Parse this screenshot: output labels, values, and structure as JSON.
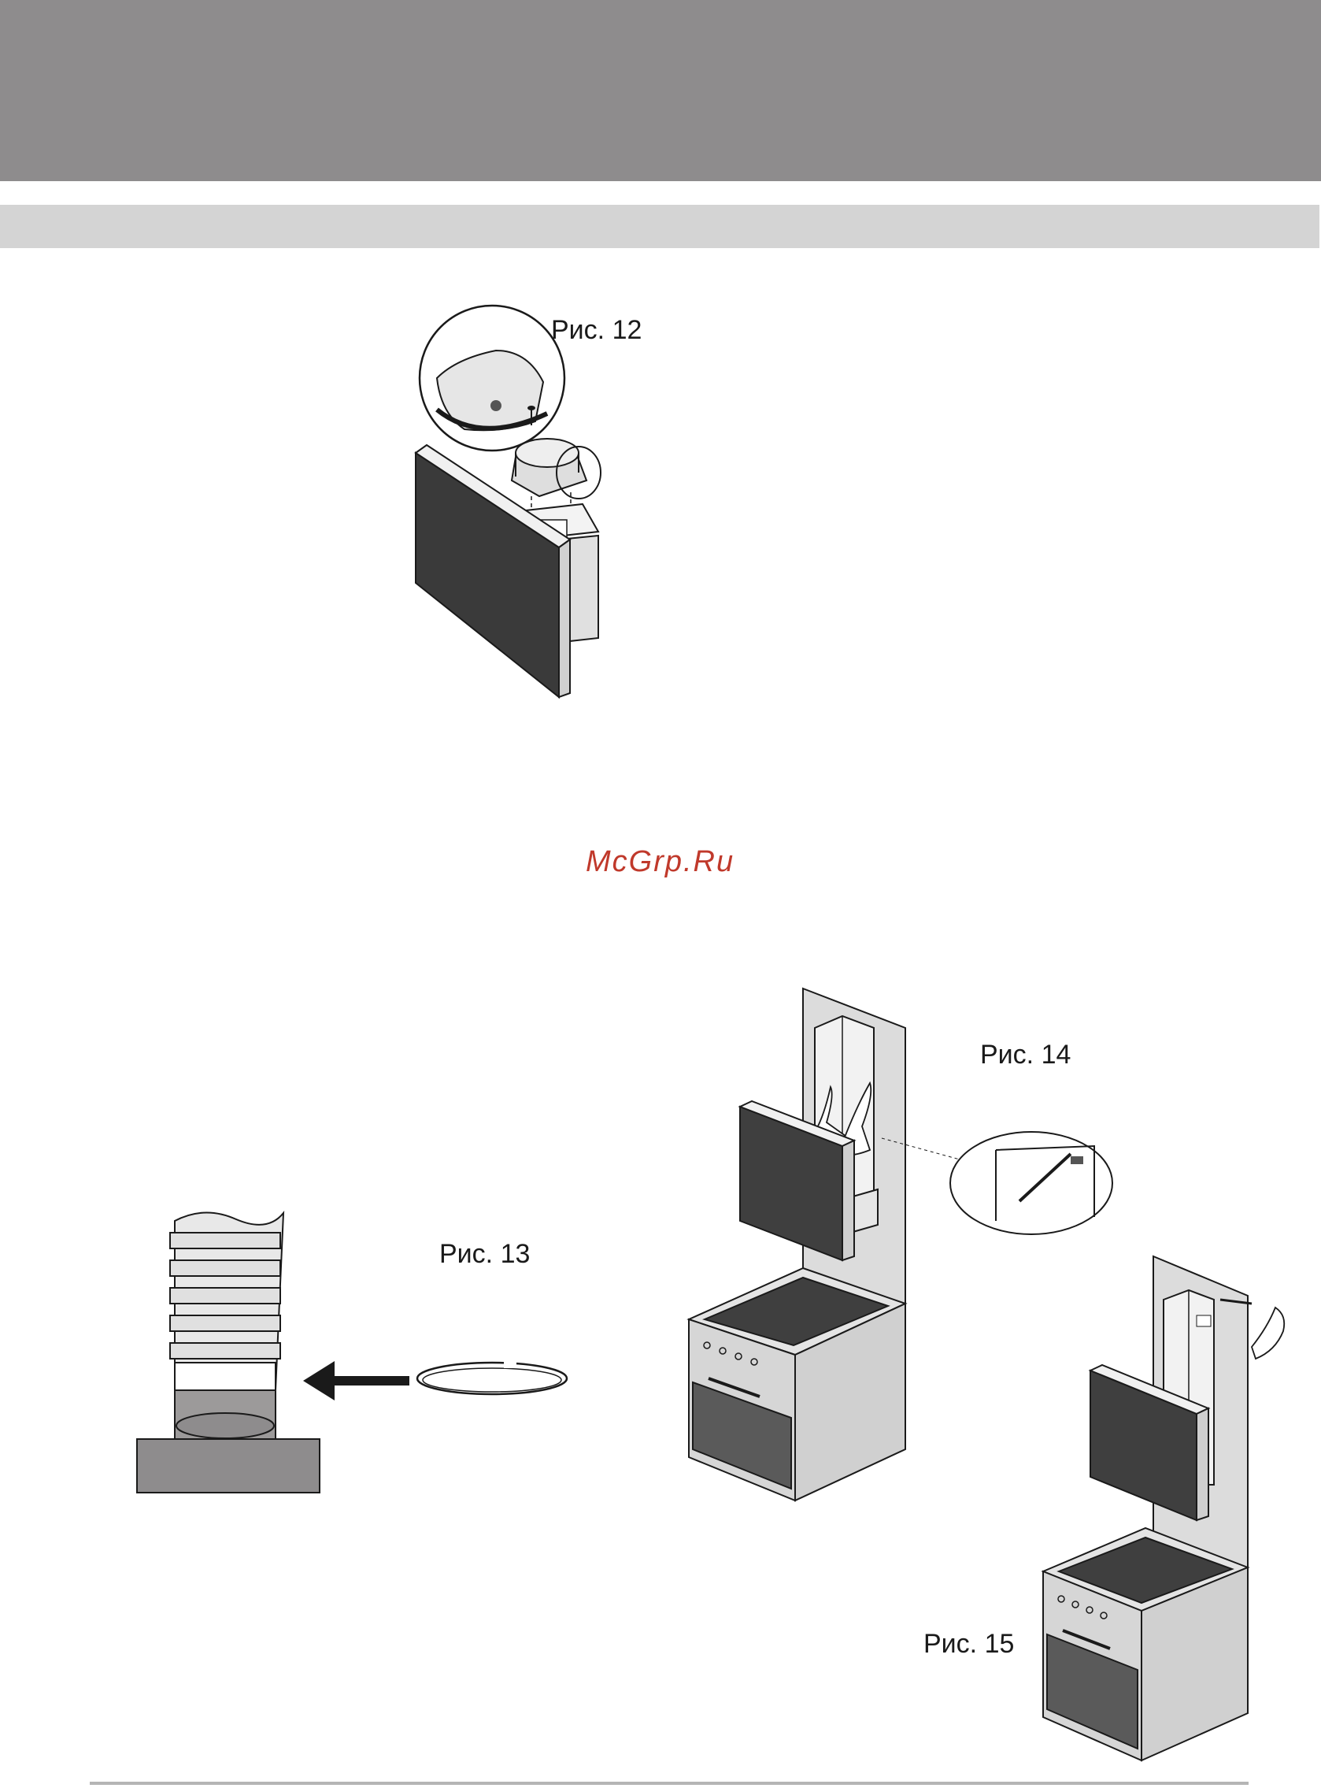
{
  "figures": {
    "fig12": {
      "caption": "Рис. 12"
    },
    "fig13": {
      "caption": "Рис. 13"
    },
    "fig14": {
      "caption": "Рис. 14"
    },
    "fig15": {
      "caption": "Рис. 15"
    }
  },
  "watermark": {
    "text": "McGrp.Ru"
  },
  "colors": {
    "header_band": "#8e8c8d",
    "section_band": "#d4d4d4",
    "panel_dark": "#3a3a3a",
    "wall_gray": "#dcdcdc",
    "watermark_red": "#c0392b"
  }
}
